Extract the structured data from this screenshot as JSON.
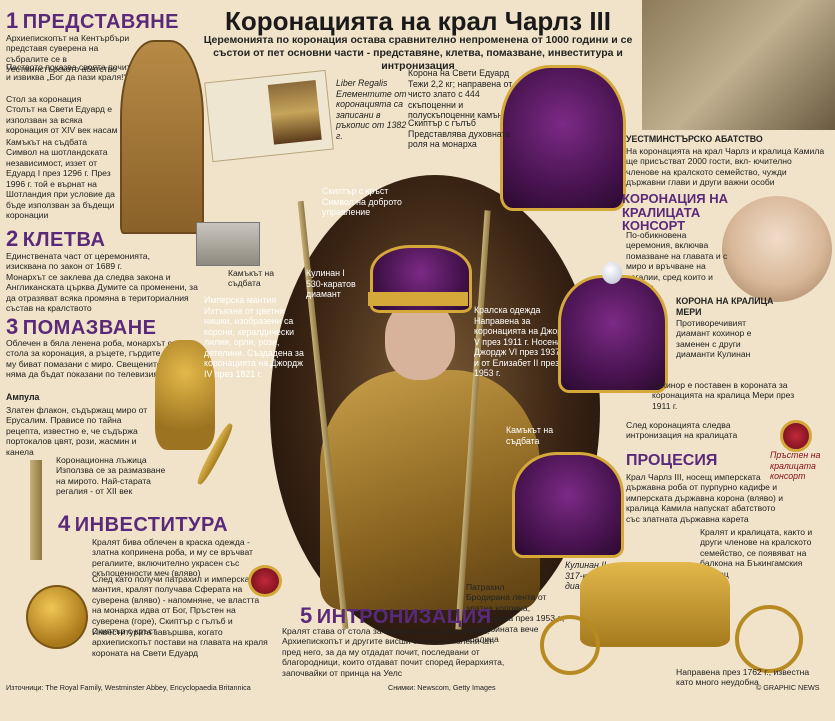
{
  "title": "Коронацията на крал Чарлз III",
  "subtitle": "Церемонията по коронация остава сравнително непроменена от 1000 години и се състои от пет основни части - представяне, клетва, помазване, инвеститура и интронизация",
  "sections": {
    "s1": {
      "num": "1",
      "name": "ПРЕДСТАВЯНЕ"
    },
    "s2": {
      "num": "2",
      "name": "КЛЕТВА"
    },
    "s3": {
      "num": "3",
      "name": "ПОМАЗВАНЕ"
    },
    "s4": {
      "num": "4",
      "name": "ИНВЕСТИТУРА"
    },
    "s5": {
      "num": "5",
      "name": "ИНТРОНИЗАЦИЯ"
    }
  },
  "s1_text": "Архиепископът на Кентърбъри представя суверена на събралите се в Уестминстърското абатство",
  "s1_text2": "Паството показва своята почит и извиква „Бог да пази краля!“",
  "chair_text": "Стол за коронация\nСтолът на Свети Едуард е използван за всяка коронация от XIV век насам",
  "stone_text": "Камъкът на съдбата\nСимвол на шотландската независимост, иззет от Едуард I през 1296 г. През 1996 г. той е върнат на Шотландия при условие да бъде използван за бъдещи коронации",
  "s2_text": "Единствената част от церемонията, изисквана по закон от 1689 г.",
  "s2_text2": "Монархът се заклева да следва закона и Англиканската църква Думите са променени, за да отразяват всяка промяна в териториалния състав на кралството",
  "stone_label": "Камъкът на съдбата",
  "s3_text": "Облечен в бяла ленена роба, монархът седи на стола за коронация, а ръцете, гърдите и главата му биват помазани с миро. Свещените моменти няма да бъдат показани по телевизията",
  "ampulla_title": "Ампула",
  "ampulla_text": "Златен флакон, съдържащ миро от Ерусалим. Правиcе по тайна рецепта, известно е, че съдържа портокалов цвят, рози, жасмин и канела",
  "spoon_text": "Коронационна лъжица\nИзползва се за размазване на мирото. Най-старата регалия - от XII век",
  "s4_text1": "Кралят бива облечен в краска одежда - златна копринена роба, и му се връчват регалиите, включително украсен със скъпоценности меч (вляво)",
  "s4_text2": "След като получи патрахил и имперска мантия, кралят получава Сферата на суверена (вляво) - напомняне, че властта на монарха идва от Бог, Пръстен на суверена (горе), Скиптър с гълъб и Скиптър с кръст",
  "s4_text3": "Инвеститурата завършва, когато архиепископът постави на главата на краля короната на Свети Едуард",
  "liber_text": "Liber Regalis\nЕлементите от коронацията са записани в ръкопис от 1382 г.",
  "sceptre_cross": "Скиптър с кръст\nСимвол на доброто управление",
  "sceptre_dove": "Скиптър с гълъб\nПредставлява духовната роля на монарха",
  "edward_crown": "Корона на Свети Едуард\nТежи 2,2 кг; направена от чисто злато с 444 скъпоценни и полускъпоценни камъни",
  "cullinan1": "Кулинан I\n530-каратов диамант",
  "mantle": "Имперска мантия\nИзтъкана от цветни нишки, изобразени са корони, хералдически лилии, орли, рози, детелини. Създадена за коронацията на Джордж IV през 1821 г.",
  "robe": "Кралска одежда\nНаправена за коронацията на Джордж V през 1911 г. Носена от Джордж VI през 1937 г. и от Елизабет II през 1953 г.",
  "stone_label2": "Камъкът на съдбата",
  "cullinan2": "Кулинан II\n317-каратов диамант",
  "patrachil": "Патрахил\nБродирана лента от златна коприна, преправена през 1953 г., за покойната вече кралица",
  "s5_text": "Кралят става от стола за коронация и сяда на трон. Архиепископът и другите висши епископи коленичат пред него, за да му отдадат почит, последвани от благородници, които отдават почит според йерархията, започвайки от принца на Уелс",
  "abbey_title": "УЕСТМИНСТЪРСКО АБАТСТВО",
  "abbey_text": "На коронацията на крал Чарлз и кралица Камила ще присъстват 2000 гости, вкл- ючително членове на кралското семейство, чужди държавни глави и други важни особи",
  "consort_h": "КОРОНАЦИЯ НА КРАЛИЦАТА КОНСОРТ",
  "consort_text": "По-обикновена церемония, включва помазване на главата и с миро и връчване на регалии, сред които и корона",
  "mary_title": "КОРОНА НА КРАЛИЦА МЕРИ",
  "mary_text": "Противоречивият диамант кохинор е заменен с други диаманти Кулинан",
  "koh_text": "Кохинор е поставен в короната за коронацията на кралица Мери през 1911 г.",
  "after_text": "След коронацията следва интронизация на кралицата",
  "ring_label": "Пръстен на кралицата консорт",
  "procession_h": "ПРОЦЕСИЯ",
  "procession_text": "Крал Чарлз III, носещ имперската държавна роба от пурпурно кадифе и имперската държавна корона (вляво) и кралица Камила напускат абатството със златната държавна карета",
  "balcony_text": "Кралят и кралицата, както и други членове на кралското семейство, се появяват на балкона на Бъкингамския дворец",
  "coach_text": "Направена през 1762 г., известна като много неудобна",
  "sources": "Източници: The Royal Family, Westminster Abbey, Encyclopaedia Britannica",
  "photos": "Снимки: Newscom, Getty Images",
  "credit": "© GRAPHIC NEWS"
}
